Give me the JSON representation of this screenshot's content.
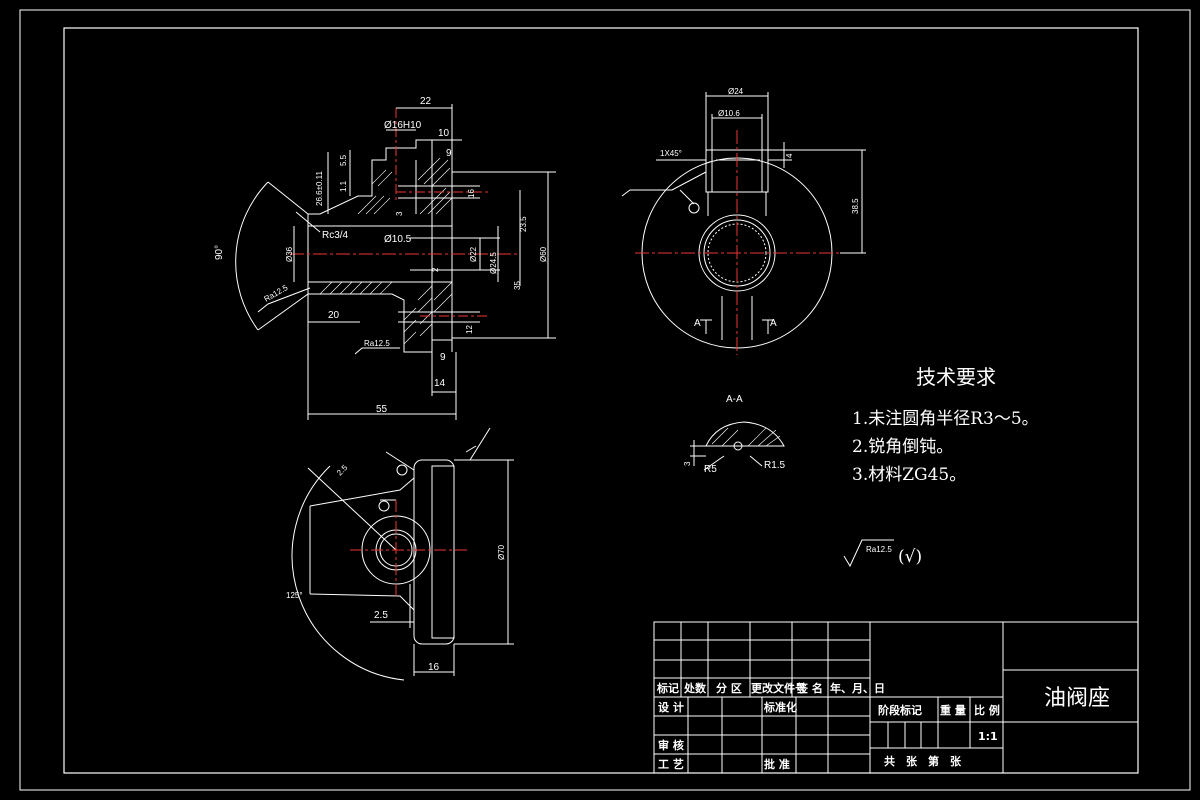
{
  "drawing": {
    "part_name": "油阀座",
    "scale": "1:1",
    "section_label": "A-A",
    "section_mark": "A",
    "tech_req_title": "技术要求",
    "tech_req_items": [
      "1.未注圆角半径R3～5。",
      "2.锐角倒钝。",
      "3.材料ZG45。"
    ],
    "roughness_general": "Ra12.5",
    "roughness_paren": "(√)",
    "dims": {
      "d22": "22",
      "d10": "10",
      "d16H10": "Ø16H10",
      "d9a": "9",
      "d5_5": "5.5",
      "d1_1": "1.1",
      "d26_6": "26.6±0.11",
      "d16": "16",
      "d3": "3",
      "rc": "Rc3/4",
      "d10_5": "Ø10.5",
      "d23_5": "23.5",
      "d22b": "Ø22",
      "d24_5": "Ø24.5",
      "d60": "Ø60",
      "d36": "Ø36",
      "d2": "2",
      "d20": "20",
      "d12": "12",
      "d9b": "9",
      "d14": "14",
      "d55": "55",
      "d90deg": "90°",
      "d35": "35",
      "d24": "Ø24",
      "d10_6": "Ø10.6",
      "d1x45": "1X45°",
      "d4": "4",
      "d38_5": "38.5",
      "d2_5a": "2.5",
      "d125": "125°",
      "d2_5b": "2.5",
      "d16b": "16",
      "d70": "Ø70",
      "r5": "R5",
      "r1_5": "R1.5",
      "d3b": "3",
      "ra_left": "Ra12.5",
      "ra_right": "Ra12.5"
    }
  },
  "title_block": {
    "row_labels": [
      "标记",
      "处数",
      "分 区",
      "更改文件号",
      "签 名",
      "年、月、日"
    ],
    "design": "设 计",
    "standard": "标准化",
    "review": "审 核",
    "process": "工 艺",
    "approve": "批 准",
    "stage_mark": "阶段标记",
    "weight": "重 量",
    "ratio": "比 例",
    "sheets": "共　张　第　张"
  }
}
